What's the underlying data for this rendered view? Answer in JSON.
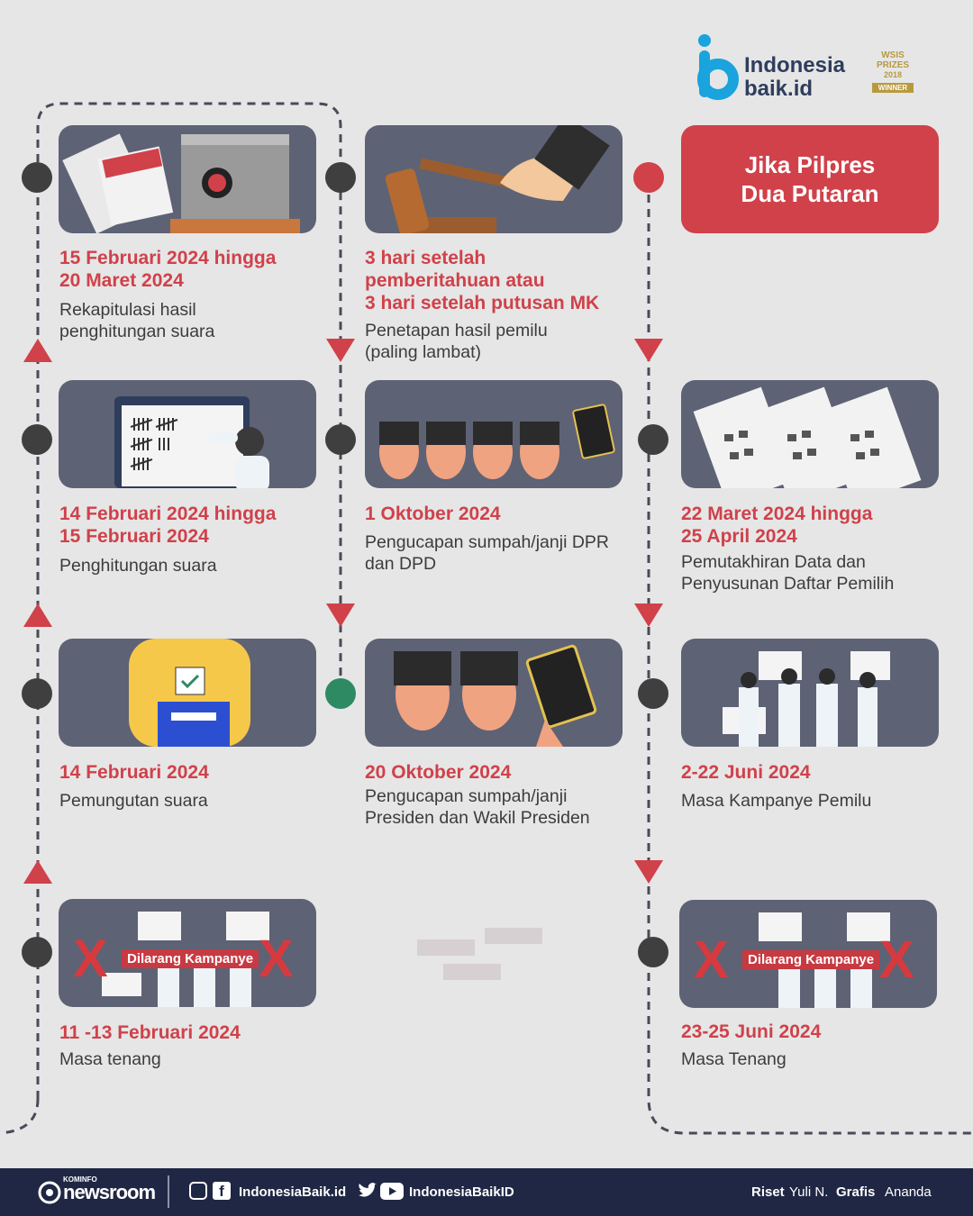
{
  "brand": {
    "line1": "Indonesia",
    "line2": "baik.id",
    "badge": [
      "WSIS",
      "PRIZES",
      "2018",
      "WINNER"
    ]
  },
  "highlight": {
    "title_line1": "Jika Pilpres",
    "title_line2": "Dua Putaran"
  },
  "events": {
    "rekapitulasi": {
      "date_line1": "15 Februari 2024 hingga",
      "date_line2": "20 Maret 2024",
      "desc_line1": "Rekapitulasi hasil",
      "desc_line2": "penghitungan suara"
    },
    "penghitungan": {
      "date_line1": "14 Februari 2024 hingga",
      "date_line2": "15 Februari 2024",
      "desc_line1": "Penghitungan suara"
    },
    "pemungutan": {
      "date_line1": "14 Februari 2024",
      "desc_line1": "Pemungutan suara"
    },
    "masa_tenang_1": {
      "date_line1": "11 -13 Februari 2024",
      "desc_line1": "Masa tenang",
      "ban": "Dilarang Kampanye"
    },
    "penetapan": {
      "date_line1": "3 hari setelah",
      "date_line2": "pemberitahuan atau",
      "date_line3": "3 hari setelah putusan MK",
      "desc_line1": "Penetapan hasil pemilu",
      "desc_line2": "(paling lambat)"
    },
    "sumpah_dpr": {
      "date_line1": "1 Oktober 2024",
      "desc_line1": "Pengucapan sumpah/janji DPR",
      "desc_line2": "dan DPD"
    },
    "sumpah_presiden": {
      "date_line1": "20 Oktober 2024",
      "desc_line1": "Pengucapan sumpah/janji",
      "desc_line2": "Presiden dan Wakil Presiden"
    },
    "pemutakhiran": {
      "date_line1": "22 Maret 2024 hingga",
      "date_line2": "25 April 2024",
      "desc_line1": "Pemutakhiran Data dan",
      "desc_line2": "Penyusunan Daftar Pemilih"
    },
    "kampanye": {
      "date_line1": "2-22 Juni 2024",
      "desc_line1": "Masa Kampanye Pemilu"
    },
    "masa_tenang_2": {
      "date_line1": "23-25 Juni 2024",
      "desc_line1": "Masa Tenang",
      "ban": "Dilarang Kampanye"
    }
  },
  "footer": {
    "kominfo_small": "KOMINFO",
    "newsroom": "newsroom",
    "social1": "IndonesiaBaik.id",
    "social2": "IndonesiaBaikID",
    "riset_label": "Riset",
    "riset_name": "Yuli N.",
    "grafis_label": "Grafis",
    "grafis_name": "Ananda"
  },
  "colors": {
    "accent": "#d0414a",
    "card": "#5e6275",
    "footer": "#1f2744",
    "brand_blue": "#1aa3dd"
  }
}
